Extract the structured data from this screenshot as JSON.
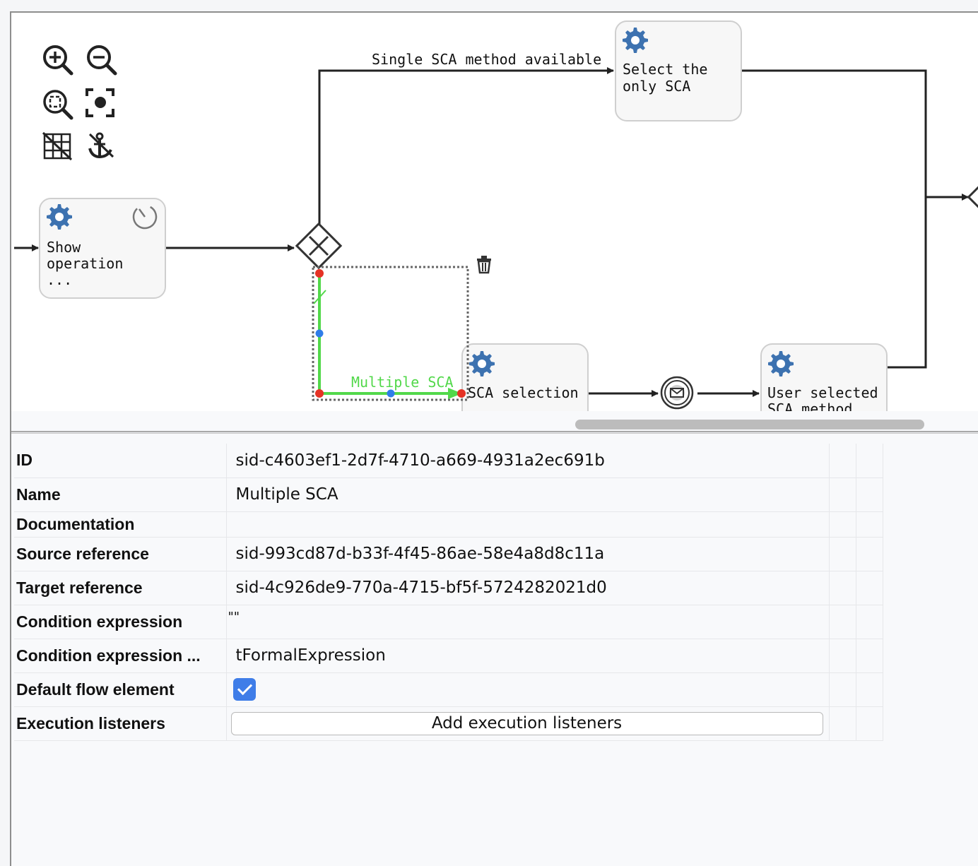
{
  "diagram": {
    "edge_labels": {
      "single_sca": "Single SCA method available",
      "multiple_sca": "Multiple SCA"
    },
    "tasks": {
      "show_operation": [
        "Show",
        "operation",
        "..."
      ],
      "select_only_sca": [
        "Select the",
        "only SCA"
      ],
      "sca_selection": [
        "SCA selection"
      ],
      "user_selected": [
        "User selected",
        "SCA method"
      ]
    },
    "toolbar_icons": [
      "zoom-in-icon",
      "zoom-out-icon",
      "zoom-fit-icon",
      "zoom-actual-icon",
      "grid-toggle-icon",
      "anchor-icon"
    ],
    "colors": {
      "selected_edge": "#52d84a",
      "gear": "#3d72b0",
      "handle_red": "#e53225",
      "handle_blue": "#2f7de9",
      "checkbox": "#3f7de8"
    }
  },
  "properties": {
    "rows": [
      {
        "label": "ID",
        "value": "sid-c4603ef1-2d7f-4710-a669-4931a2ec691b"
      },
      {
        "label": "Name",
        "value": "Multiple SCA"
      },
      {
        "label": "Documentation",
        "value": ""
      },
      {
        "label": "Source reference",
        "value": "sid-993cd87d-b33f-4f45-86ae-58e4a8d8c11a"
      },
      {
        "label": "Target reference",
        "value": "sid-4c926de9-770a-4715-bf5f-5724282021d0"
      },
      {
        "label": "Condition expression",
        "value": "\"\""
      },
      {
        "label": "Condition expression ...",
        "value": "tFormalExpression"
      },
      {
        "label": "Default flow element",
        "checked": true
      },
      {
        "label": "Execution listeners",
        "button": "Add execution listeners"
      }
    ]
  }
}
